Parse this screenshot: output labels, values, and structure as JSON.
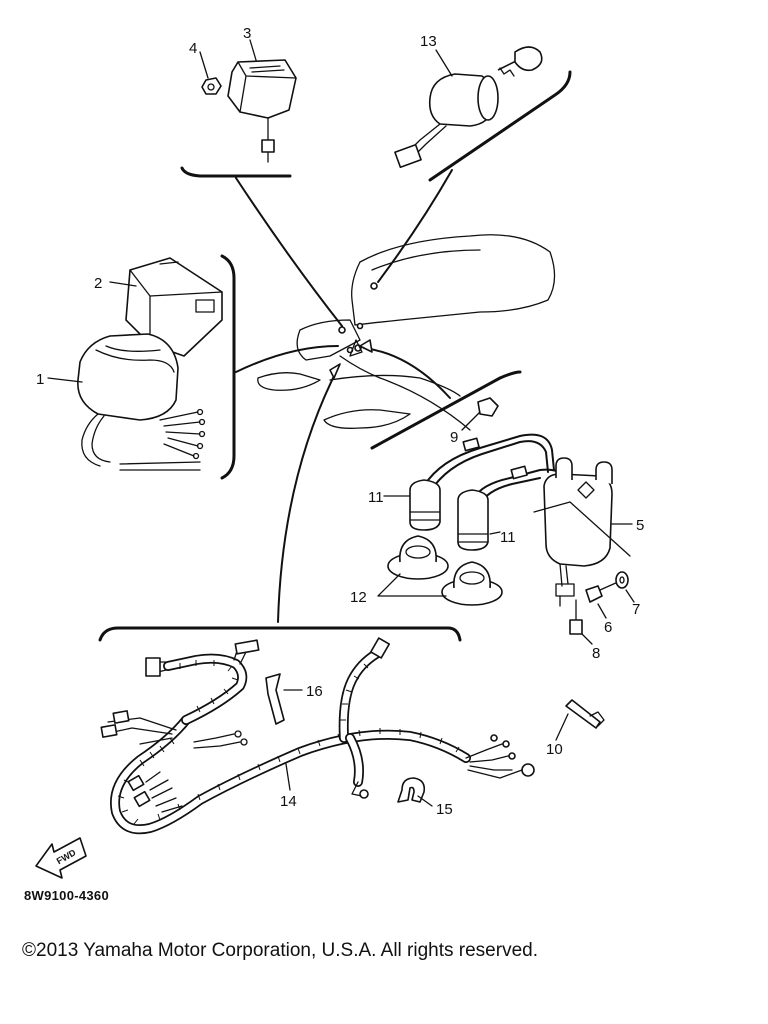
{
  "callouts": {
    "c1": "1",
    "c2": "2",
    "c3": "3",
    "c4": "4",
    "c5": "5",
    "c6": "6",
    "c7": "7",
    "c8": "8",
    "c9": "9",
    "c10": "10",
    "c11a": "11",
    "c11b": "11",
    "c12": "12",
    "c13": "13",
    "c14": "14",
    "c15": "15",
    "c16": "16"
  },
  "fnd_label": "FWD",
  "ref_code": "8W9100-4360",
  "copyright": "©2013 Yamaha Motor Corporation, U.S.A. All rights reserved."
}
